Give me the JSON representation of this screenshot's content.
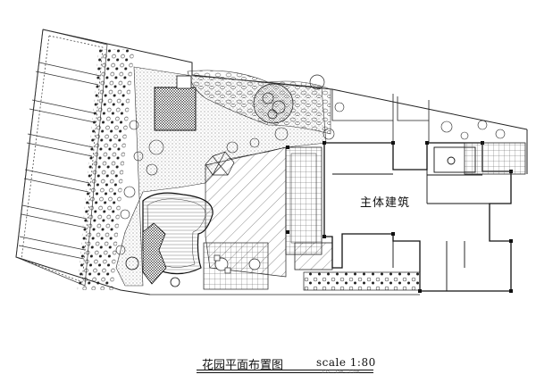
{
  "drawing": {
    "building_label": "主体建筑",
    "title": "花园平面布置图",
    "scale": "scale 1:80",
    "subnote": "1:75 ... 1:80 ... 1:100"
  }
}
